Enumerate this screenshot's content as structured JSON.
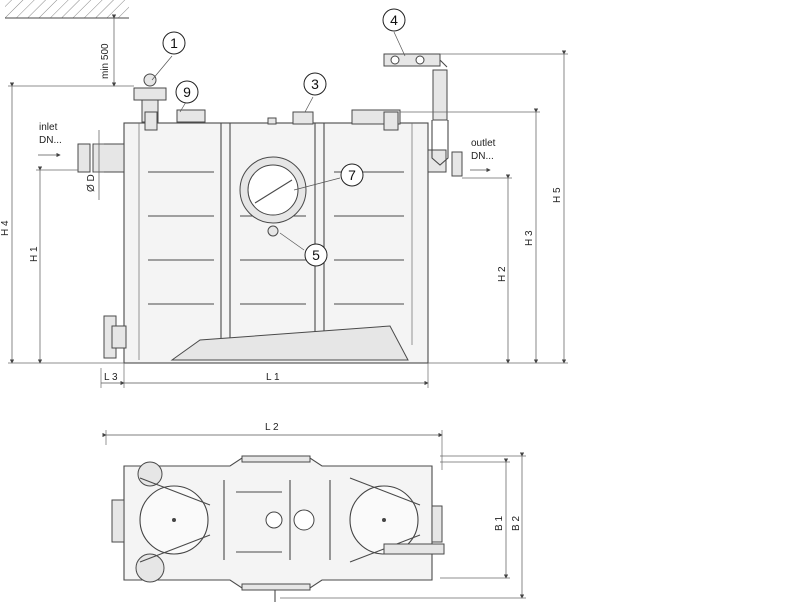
{
  "labels": {
    "min_500": "min 500",
    "inlet": "inlet",
    "inlet_dn": "DN...",
    "outlet": "outlet",
    "outlet_dn": "DN...",
    "od": "Ø D",
    "h1": "H 1",
    "h2": "H 2",
    "h3": "H 3",
    "h4": "H 4",
    "h5": "H 5",
    "l1": "L 1",
    "l2": "L 2",
    "l3": "L 3",
    "b1": "B 1",
    "b2": "B 2"
  },
  "callouts": {
    "c1": "1",
    "c3": "3",
    "c4": "4",
    "c5": "5",
    "c7": "7",
    "c9": "9"
  }
}
